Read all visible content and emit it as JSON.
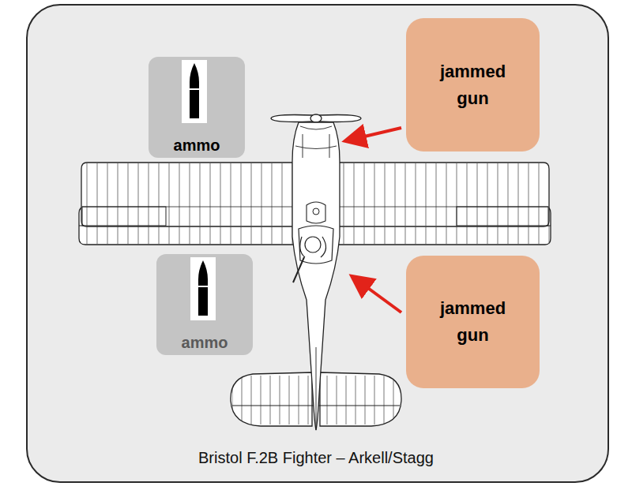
{
  "diagram": {
    "caption": "Bristol F.2B Fighter – Arkell/Stagg",
    "nodes": [
      {
        "text": [
          "ammo"
        ]
      },
      {
        "text": [
          "jammed gun"
        ]
      },
      {
        "text": [
          "ammo"
        ]
      },
      {
        "text": [
          "jammed gun"
        ]
      }
    ]
  }
}
